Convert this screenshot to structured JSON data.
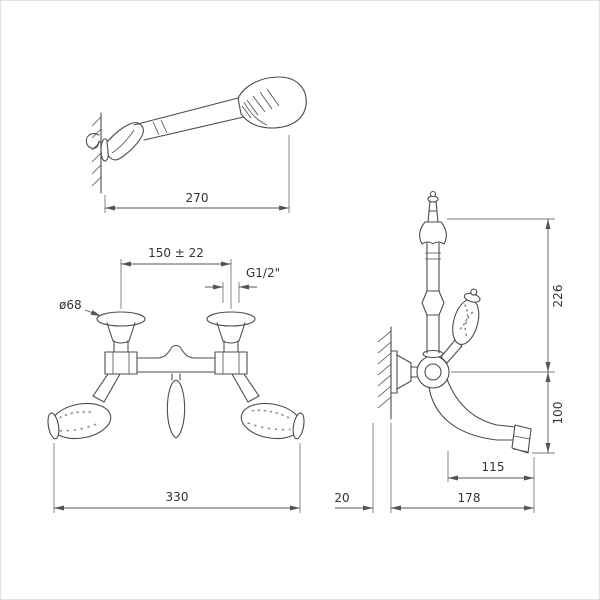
{
  "drawing": {
    "background": "#ffffff",
    "line_color": "#4d4d4d",
    "dim_color": "#555555",
    "text_color": "#333333"
  },
  "views": {
    "hand_shower": {
      "width": "270"
    },
    "front": {
      "center_distance": "150 ± 22",
      "thread_size": "G1/2\"",
      "flange_diameter": "ø68",
      "total_width": "330"
    },
    "side": {
      "column_height": "226",
      "spout_drop": "100",
      "spout_reach": "115",
      "wall_thickness": "20",
      "total_depth": "178"
    }
  }
}
